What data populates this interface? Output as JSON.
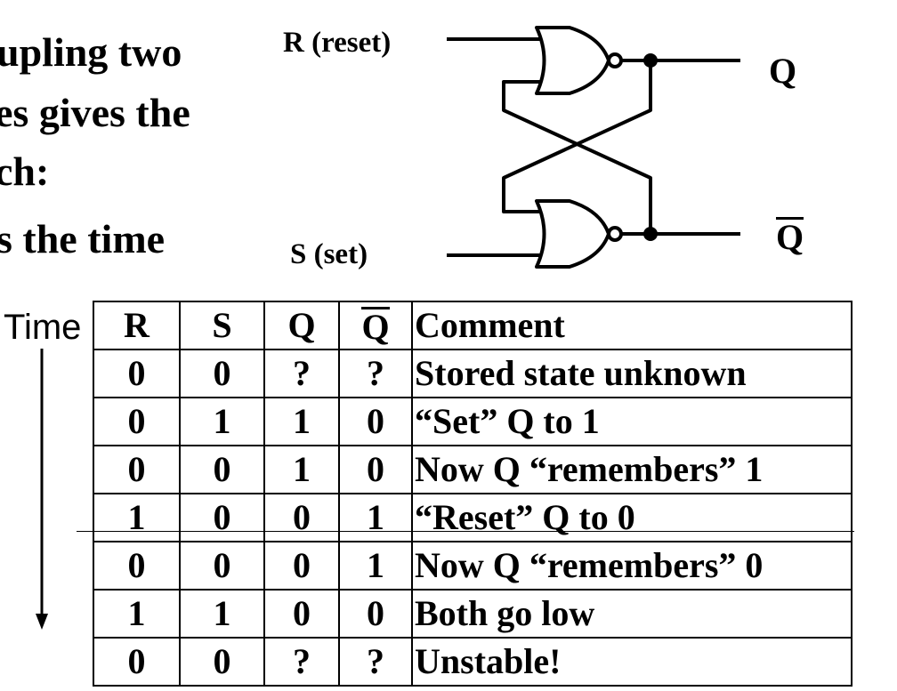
{
  "slide_text": {
    "line1": "upling two",
    "line2": "es gives the",
    "line3": "ch:",
    "line4": "s the time"
  },
  "circuit": {
    "r_label": "R (reset)",
    "s_label": "S (set)",
    "q_label": "Q",
    "qbar_label": "Q"
  },
  "time_label": "Time",
  "truth_table": {
    "headers": [
      "R",
      "S",
      "Q",
      "Q",
      "Comment"
    ],
    "rows": [
      [
        "0",
        "0",
        "?",
        "?",
        "Stored state unknown"
      ],
      [
        "0",
        "1",
        "1",
        "0",
        "“Set” Q to 1"
      ],
      [
        "0",
        "0",
        "1",
        "0",
        "Now Q “remembers” 1"
      ],
      [
        "1",
        "0",
        "0",
        "1",
        "“Reset” Q to 0"
      ],
      [
        "0",
        "0",
        "0",
        "1",
        "Now Q “remembers” 0"
      ],
      [
        "1",
        "1",
        "0",
        "0",
        "Both go low"
      ],
      [
        "0",
        "0",
        "?",
        "?",
        "Unstable!"
      ]
    ]
  }
}
